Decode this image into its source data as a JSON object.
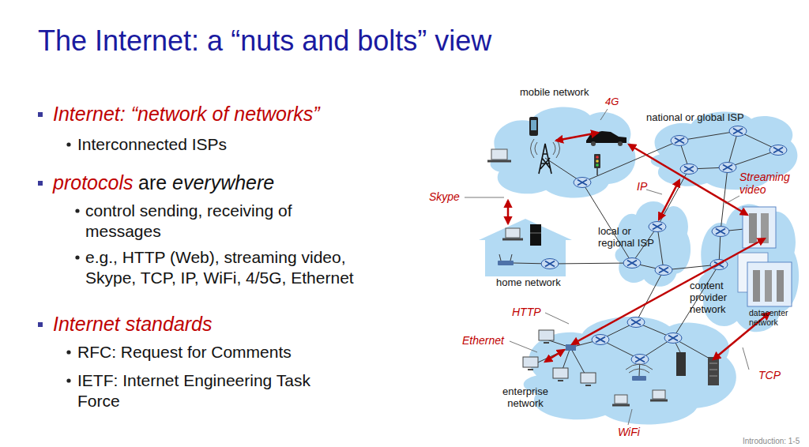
{
  "diagram": {
    "title": "The Internet: a “nuts and bolts” view",
    "nodes": [
      {
        "text": [
          "mobile network"
        ]
      },
      {
        "text": [
          "national or global ISP"
        ]
      },
      {
        "text": [
          "local or regional ISP"
        ]
      },
      {
        "text": [
          "home network"
        ]
      },
      {
        "text": [
          "content provider network"
        ]
      },
      {
        "text": [
          "datacenter network"
        ],
        "in": 4
      },
      {
        "text": [
          "enterprise network"
        ]
      }
    ],
    "labels": [
      "Internet: “network of networks”",
      "Interconnected ISPs",
      "protocols",
      "are",
      "everywhere",
      "control sending, receiving of messages",
      "e.g., HTTP (Web), streaming video, Skype, TCP, IP, WiFi, 4/5G, Ethernet",
      "Internet standards",
      "RFC: Request for Comments",
      "IETF: Internet Engineering Task Force",
      "4G",
      "Skype",
      "IP",
      "Streaming video",
      "HTTP",
      "Ethernet",
      "TCP",
      "WiFi",
      "Introduction: 1-5"
    ]
  }
}
